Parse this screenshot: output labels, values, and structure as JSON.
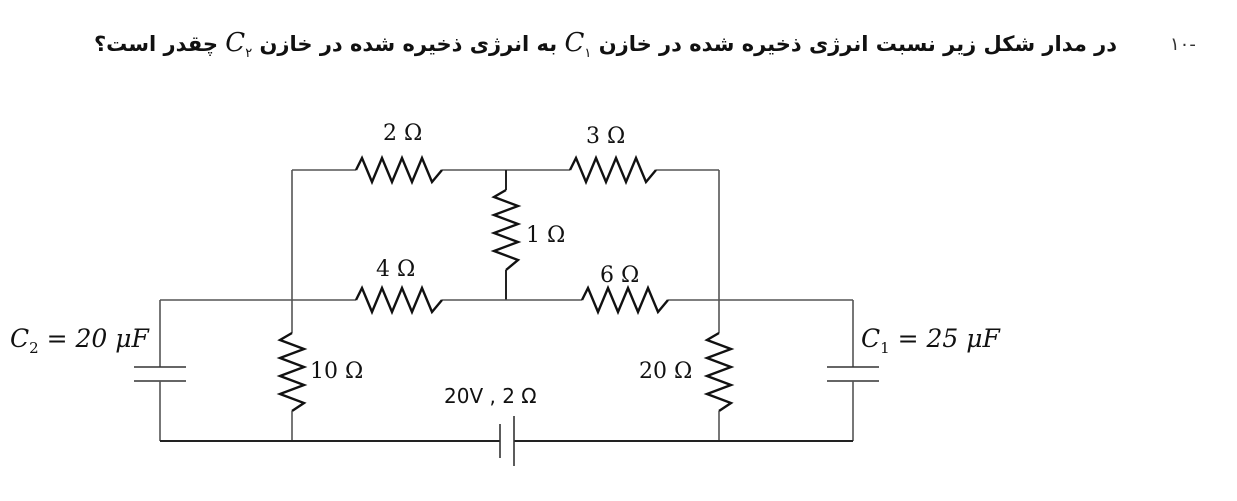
{
  "question": {
    "number": "-۱۰",
    "text_part1": "در مدار شکل زیر نسبت انرژی ذخیره شده در خازن",
    "var1": "C",
    "var1_sub": "۱",
    "text_part2": "به انرژی ذخیره شده در خازن",
    "var2": "C",
    "var2_sub": "۲",
    "text_part3": "چقدر است؟"
  },
  "circuit": {
    "r_top_left": "2 Ω",
    "r_top_right": "3 Ω",
    "r_vertical_mid": "1 Ω",
    "r_mid_left": "4 Ω",
    "r_mid_right": "6 Ω",
    "r_left_vertical": "10 Ω",
    "r_right_vertical": "20 Ω",
    "battery": "20V , 2 Ω",
    "c2_label": "C",
    "c2_sub": "2",
    "c2_value": " = 20 μF",
    "c1_label": "C",
    "c1_sub": "1",
    "c1_value": " = 25 μF"
  }
}
